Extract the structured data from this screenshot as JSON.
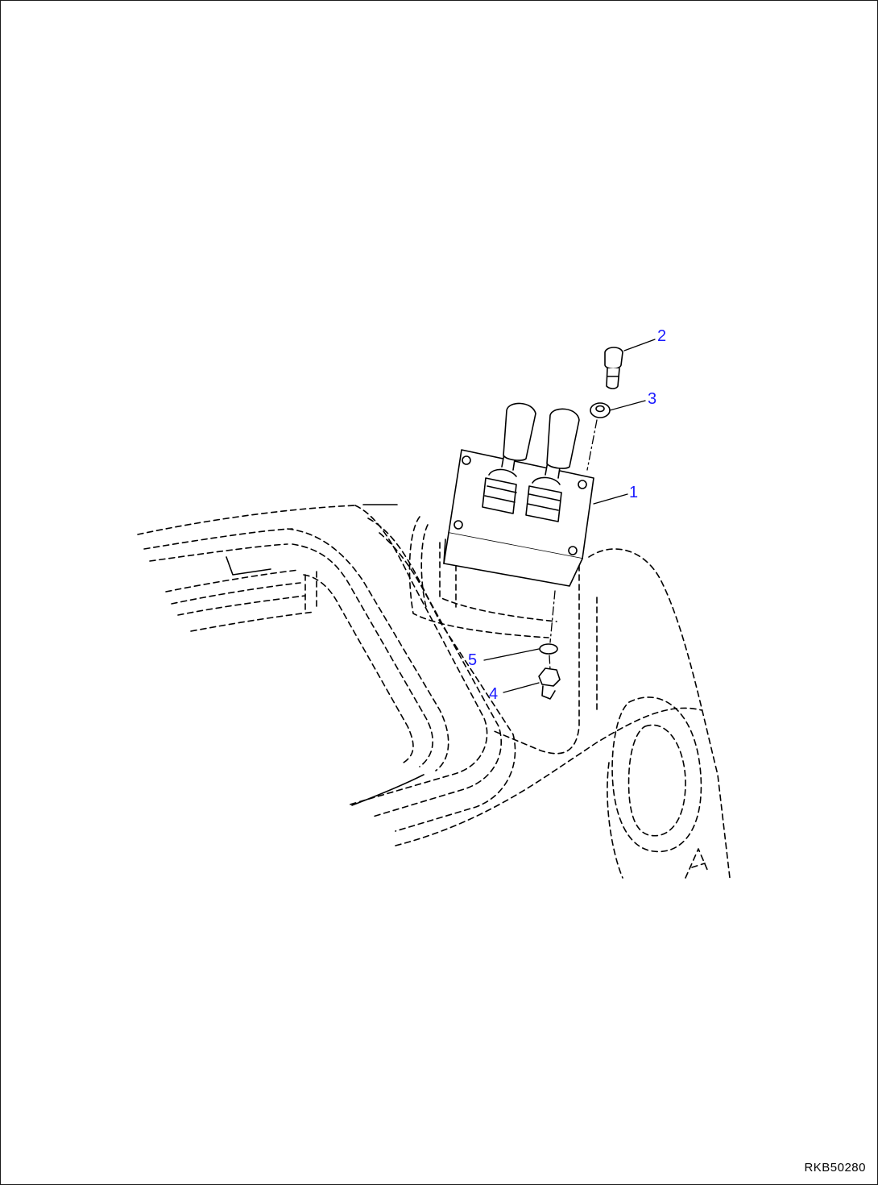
{
  "callouts": [
    {
      "id": "1",
      "label": "1"
    },
    {
      "id": "2",
      "label": "2"
    },
    {
      "id": "3",
      "label": "3"
    },
    {
      "id": "4",
      "label": "4"
    },
    {
      "id": "5",
      "label": "5"
    }
  ],
  "reference_code": "RKB50280",
  "colors": {
    "callout": "#1a1aff",
    "line": "#000000",
    "background": "#ffffff"
  }
}
